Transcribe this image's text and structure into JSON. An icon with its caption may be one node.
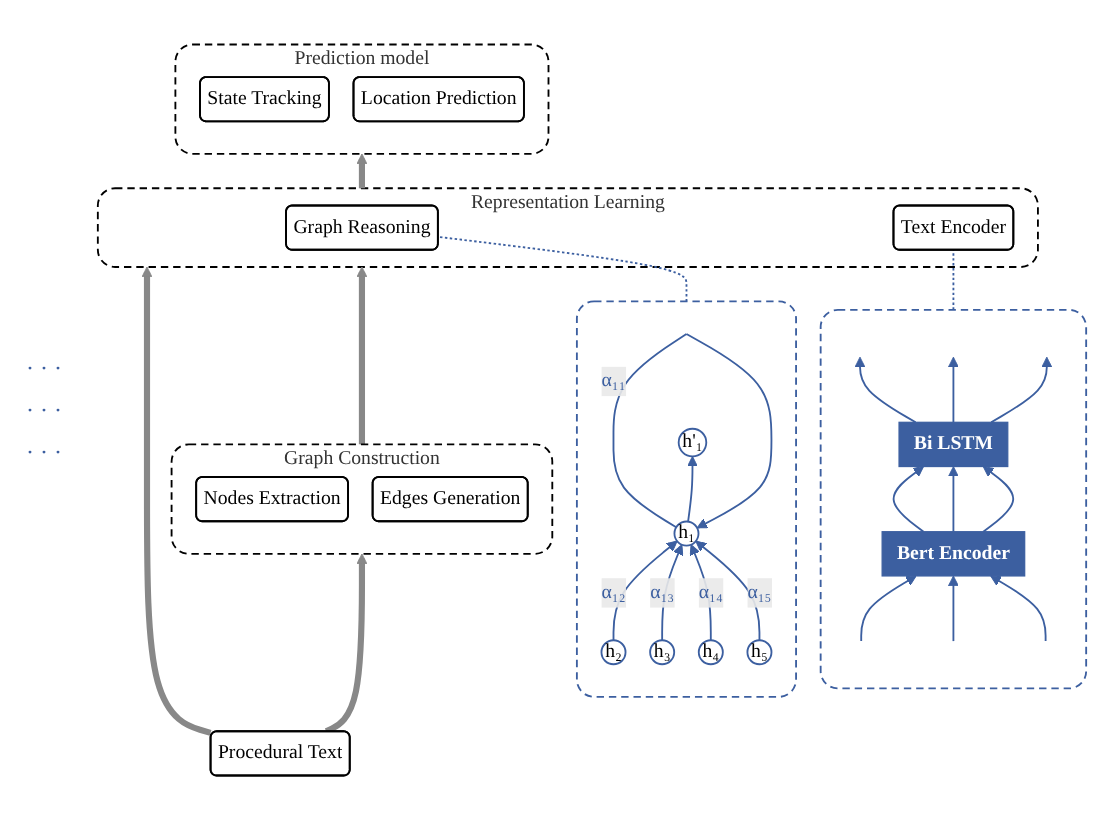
{
  "diagram": {
    "nodes": [
      {
        "text": [
          "Prediction model"
        ]
      },
      {
        "text": [
          "State Tracking"
        ],
        "in": 0
      },
      {
        "text": [
          "Location Prediction"
        ],
        "in": 0
      },
      {
        "text": [
          "Representation Learning"
        ]
      },
      {
        "text": [
          "Graph Reasoning"
        ],
        "in": 3
      },
      {
        "text": [
          "Text Encoder"
        ],
        "in": 3
      },
      {
        "text": [
          "Graph Construction"
        ]
      },
      {
        "text": [
          "Nodes Extraction"
        ],
        "in": 6
      },
      {
        "text": [
          "Edges Generation"
        ],
        "in": 6
      },
      {
        "text": [
          "Procedural Text"
        ]
      },
      {
        "text": [],
        "shape": "box"
      },
      {
        "text": [
          "h₁"
        ],
        "in": 10
      },
      {
        "text": [
          "h₂"
        ],
        "in": 10
      },
      {
        "text": [
          "h₃"
        ],
        "in": 10
      },
      {
        "text": [
          "h₄"
        ],
        "in": 10
      },
      {
        "text": [
          "h₅"
        ],
        "in": 10
      },
      {
        "text": [
          "h'₁"
        ],
        "in": 10
      },
      {
        "text": [],
        "shape": "box"
      },
      {
        "text": [
          "Bi LSTM"
        ],
        "in": 17
      },
      {
        "text": [
          "Bert Encoder"
        ],
        "in": 17
      }
    ],
    "edges": [
      {
        "from": 9,
        "to": 3,
        "arrow": "to",
        "style": "thick",
        "color": "#888888"
      },
      {
        "from": 9,
        "to": 6,
        "arrow": "to",
        "style": "thick",
        "color": "#888888"
      },
      {
        "from": 6,
        "to": 3,
        "arrow": "to",
        "style": "thick",
        "color": "#888888"
      },
      {
        "from": 3,
        "to": 0,
        "arrow": "to",
        "style": "thick",
        "color": "#888888"
      },
      {
        "from": 10,
        "to": 4,
        "arrow": "none",
        "style": "dashed"
      },
      {
        "from": 17,
        "to": 5,
        "arrow": "none",
        "style": "dashed"
      },
      {
        "from": 12,
        "to": 11,
        "arrow": "to",
        "label": "α₁₂"
      },
      {
        "from": 11,
        "to": 11,
        "arrow": "to",
        "label": "α₁₁"
      },
      {
        "from": 13,
        "to": 11,
        "arrow": "to",
        "label": "α₁₃"
      },
      {
        "from": 14,
        "to": 11,
        "arrow": "to",
        "label": "α₁₄"
      },
      {
        "from": 15,
        "to": 11,
        "arrow": "to",
        "label": "α₁₅"
      },
      {
        "from": 11,
        "to": 16,
        "arrow": "to"
      },
      {
        "from": 18,
        "to": null,
        "arrow": "to"
      },
      {
        "from": 18,
        "to": null,
        "arrow": "to"
      },
      {
        "from": 18,
        "to": null,
        "arrow": "to"
      },
      {
        "from": 19,
        "to": 18,
        "arrow": "to"
      },
      {
        "from": 19,
        "to": 18,
        "arrow": "to"
      },
      {
        "from": 19,
        "to": 18,
        "arrow": "to"
      },
      {
        "from": null,
        "to": 19,
        "arrow": "to"
      },
      {
        "from": null,
        "to": 19,
        "arrow": "to"
      },
      {
        "from": null,
        "to": 19,
        "arrow": "to"
      }
    ],
    "labels": [
      "· · ·",
      "· · ·",
      "· · ·"
    ]
  }
}
